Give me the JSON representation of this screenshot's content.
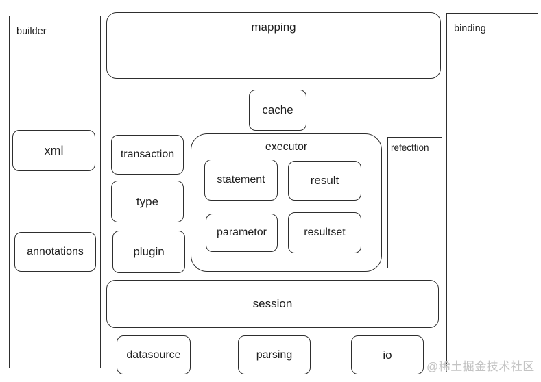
{
  "diagram": {
    "title": "architecture-block-diagram",
    "containers": {
      "builder": {
        "label": "builder"
      },
      "binding": {
        "label": "binding"
      },
      "executor": {
        "label": "executor"
      },
      "refecttion": {
        "label": "refecttion"
      }
    },
    "nodes": {
      "mapping": "mapping",
      "cache": "cache",
      "xml": "xml",
      "annotations": "annotations",
      "transaction": "transaction",
      "type": "type",
      "plugin": "plugin",
      "statement": "statement",
      "result": "result",
      "parametor": "parametor",
      "resultset": "resultset",
      "session": "session",
      "datasource": "datasource",
      "parsing": "parsing",
      "io": "io"
    },
    "colors": {
      "stroke": "#2e2e2e",
      "text": "#1f1f1f",
      "background": "#ffffff",
      "watermark_text": "#c3c3c3"
    }
  },
  "watermark": "@稀土掘金技术社区"
}
